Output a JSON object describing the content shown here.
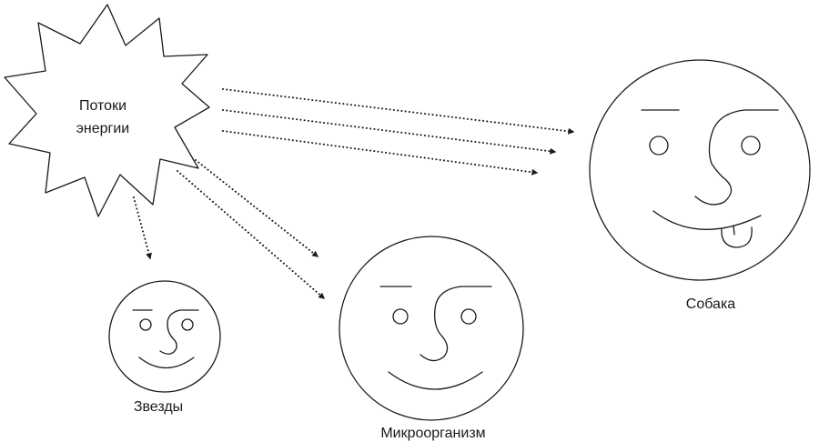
{
  "source": {
    "line1": "Потоки",
    "line2": "энергии"
  },
  "targets": {
    "stars": {
      "label": "Звезды"
    },
    "microorganism": {
      "label": "Микроорганизм"
    },
    "dog": {
      "label": "Собака"
    }
  }
}
